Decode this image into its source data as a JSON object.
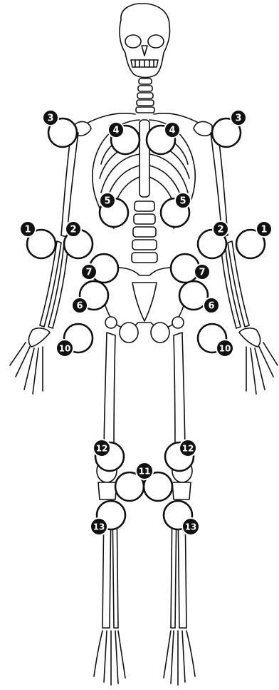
{
  "figure": {
    "subject": "human skeleton anterior view",
    "colors": {
      "bone_fill": "#ffffff",
      "line": "#111111",
      "badge": "#111111",
      "badge_text": "#ffffff"
    }
  },
  "points": [
    {
      "id": "p1-left",
      "label": "1"
    },
    {
      "id": "p1-right",
      "label": "1"
    },
    {
      "id": "p2-left",
      "label": "2"
    },
    {
      "id": "p2-right",
      "label": "2"
    },
    {
      "id": "p3-left",
      "label": "3"
    },
    {
      "id": "p3-right",
      "label": "3"
    },
    {
      "id": "p4-left",
      "label": "4"
    },
    {
      "id": "p4-right",
      "label": "4"
    },
    {
      "id": "p5-left",
      "label": "5"
    },
    {
      "id": "p5-right",
      "label": "5"
    },
    {
      "id": "p6-left",
      "label": "6"
    },
    {
      "id": "p6-right",
      "label": "6"
    },
    {
      "id": "p7-left",
      "label": "7"
    },
    {
      "id": "p7-right",
      "label": "7"
    },
    {
      "id": "p10-left",
      "label": "10"
    },
    {
      "id": "p10-right",
      "label": "10"
    },
    {
      "id": "p11",
      "label": "11"
    },
    {
      "id": "p12-left",
      "label": "12"
    },
    {
      "id": "p12-right",
      "label": "12"
    },
    {
      "id": "p13-left",
      "label": "13"
    },
    {
      "id": "p13-right",
      "label": "13"
    }
  ]
}
